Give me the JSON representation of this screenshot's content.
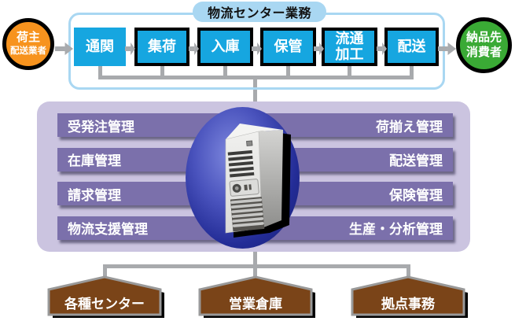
{
  "header": {
    "title": "物流センター業務"
  },
  "flow": {
    "source": {
      "line1": "荷主",
      "line2": "配送業者"
    },
    "steps": [
      "通関",
      "集荷",
      "入庫",
      "保管",
      "流通加工",
      "配送"
    ],
    "destination": {
      "line1": "納品先",
      "line2": "消費者"
    }
  },
  "management": {
    "rows": [
      {
        "left": "受発注管理",
        "right": "荷揃え管理"
      },
      {
        "left": "在庫管理",
        "right": "配送管理"
      },
      {
        "left": "請求管理",
        "right": "保険管理"
      },
      {
        "left": "物流支援管理",
        "right": "生産・分析管理"
      }
    ],
    "center_icon": "server-tower-icon"
  },
  "facilities": [
    "各種センター",
    "営業倉庫",
    "拠点事務"
  ],
  "colors": {
    "flow_box_cyan": "#16A6E0",
    "frame_light_blue": "#A9D7F2",
    "shipper_orange": "#F7931E",
    "consignee_green": "#3AAA35",
    "panel_purple": "#CBC4E0",
    "row_purple": "#7B70AB",
    "facility_brown": "#7A4418",
    "connector_gray": "#A8AAAD",
    "orb_blue": "#232C96"
  }
}
